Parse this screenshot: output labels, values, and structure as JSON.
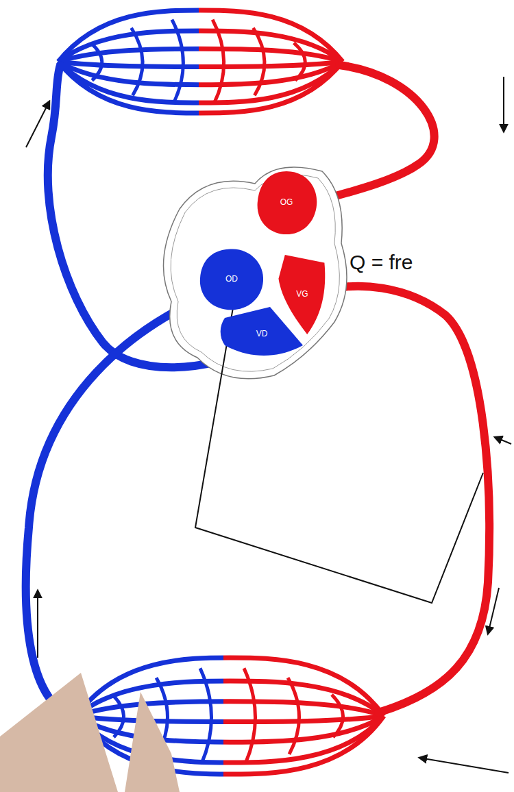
{
  "diagram": {
    "nodes": [
      {
        "text": [
          "OG"
        ]
      },
      {
        "text": [
          "OD"
        ]
      },
      {
        "text": [
          "VG"
        ]
      },
      {
        "text": [
          "VD"
        ]
      }
    ],
    "labels": [
      "Q = fre"
    ]
  }
}
